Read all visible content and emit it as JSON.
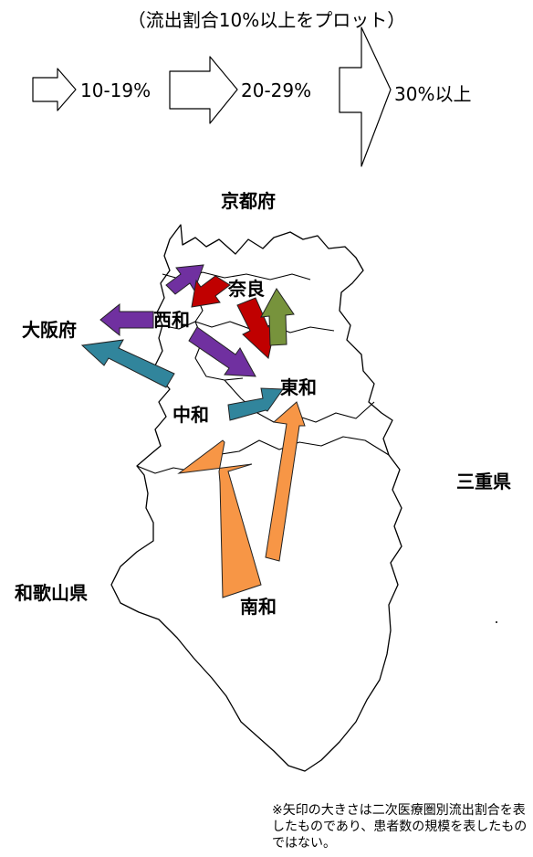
{
  "caption": "（流出割合10%以上をプロット）",
  "legend": [
    {
      "label": "10-19%"
    },
    {
      "label": "20-29%"
    },
    {
      "label": "30%以上"
    }
  ],
  "prefectures": {
    "kyoto": "京都府",
    "osaka": "大阪府",
    "mie": "三重県",
    "wakayama": "和歌山県"
  },
  "regions": {
    "nara": "奈良",
    "seiwa": "西和",
    "tohwa": "東和",
    "chuwa": "中和",
    "nanwa": "南和"
  },
  "colors": {
    "purple": "#7030a0",
    "red": "#c00000",
    "green": "#77933c",
    "teal": "#31859c",
    "orange": "#f79646"
  },
  "note": "※矢印の大きさは二次医療圏別流出割合を表したものであり、患者数の規模を表したものではない。"
}
